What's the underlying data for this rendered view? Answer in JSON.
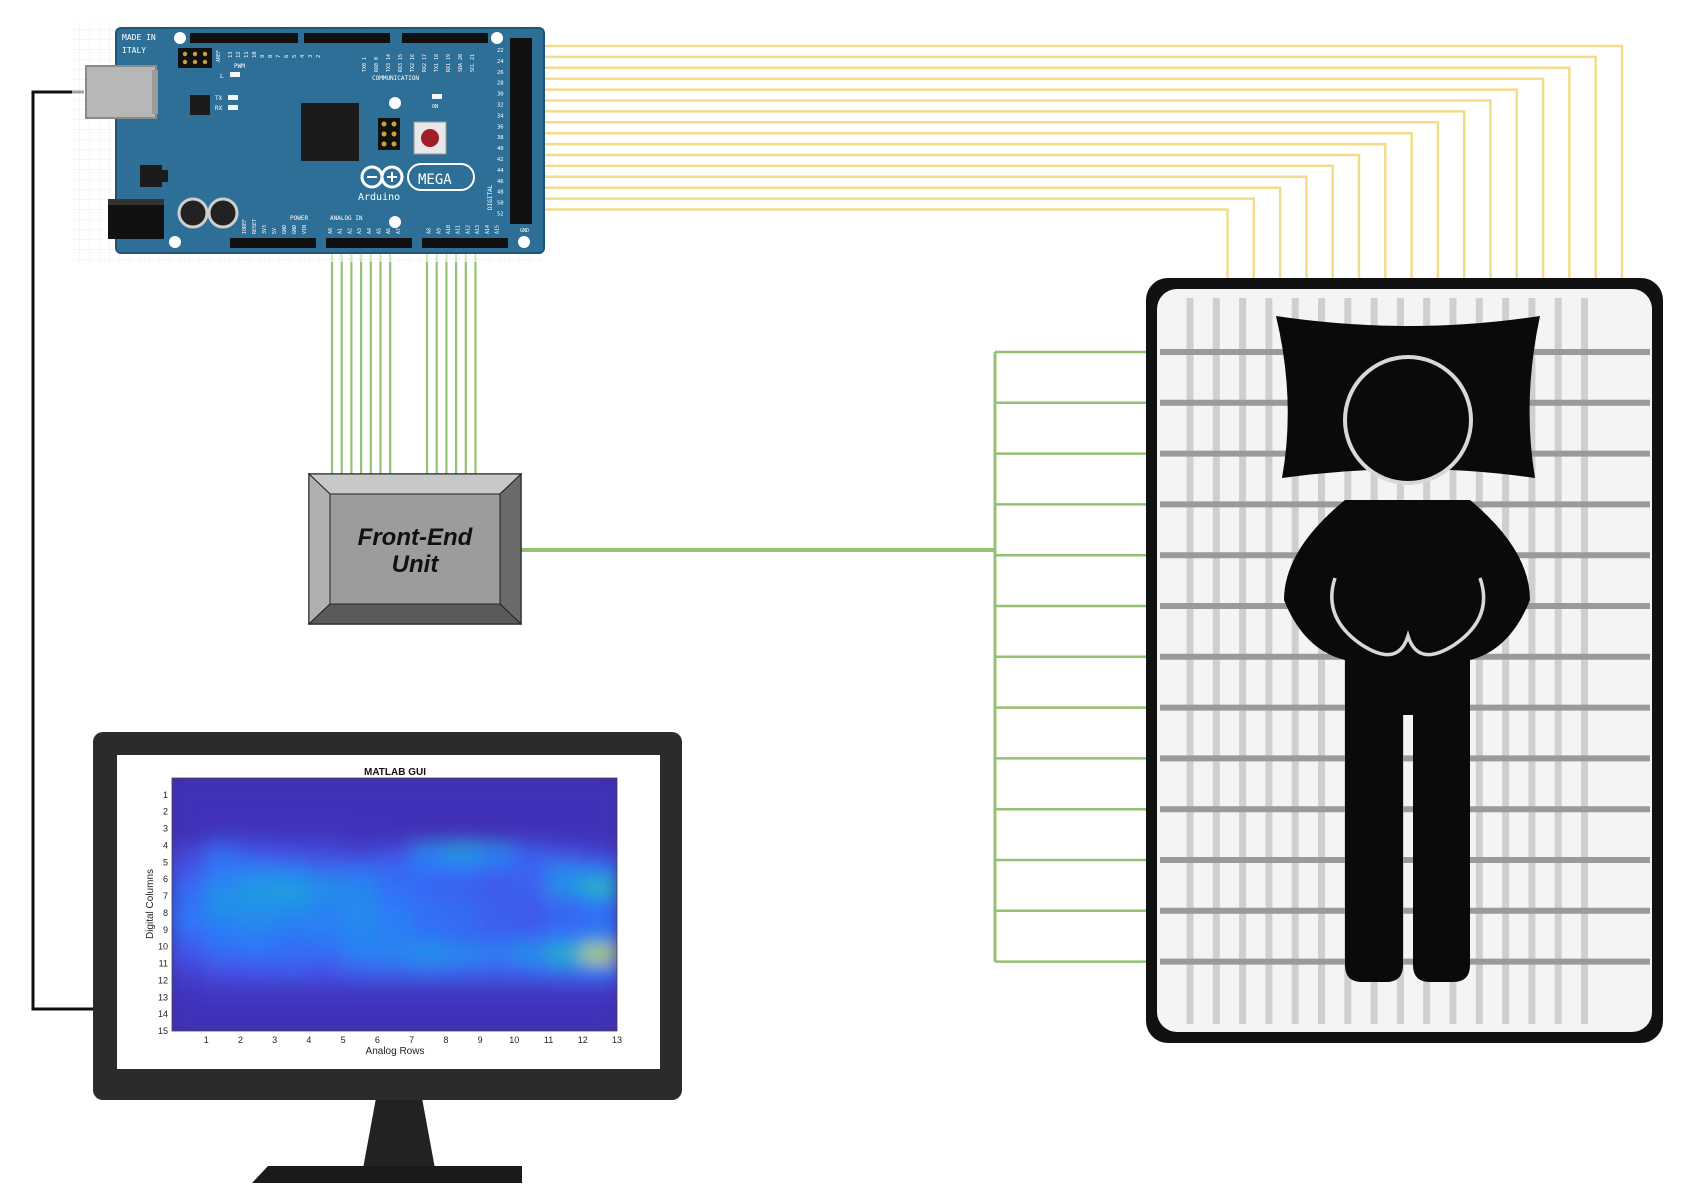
{
  "colors": {
    "board": "#2e6f98",
    "digital_wire": "#f2dc8a",
    "analog_wire": "#95c172",
    "usb_cable": "#111111",
    "sensor_grid": "#9a9a9a"
  },
  "board": {
    "made_in": "MADE IN",
    "italy": "ITALY",
    "brand": "Arduino",
    "model": "MEGA",
    "pwm": "PWM",
    "communication": "COMMUNICATION",
    "digital": "DIGITAL",
    "analog_in": "ANALOG IN",
    "power": "POWER",
    "tx": "TX",
    "rx": "RX",
    "l": "L",
    "on": "ON",
    "gnd": "GND",
    "aref": "AREF",
    "header_digital": [
      "22",
      "24",
      "26",
      "28",
      "30",
      "32",
      "34",
      "36",
      "38",
      "40",
      "42",
      "44",
      "46",
      "48",
      "50",
      "52"
    ],
    "header_pwm": [
      "13",
      "12",
      "11",
      "10",
      "9",
      "8",
      "7",
      "6",
      "5",
      "4",
      "3",
      "2"
    ],
    "header_comm": [
      "TX0 1",
      "RX0 0",
      "TX3 14",
      "RX3 15",
      "TX2 16",
      "RX2 17",
      "TX1 18",
      "RX1 19",
      "SDA 20",
      "SCL 21"
    ],
    "header_analog": [
      "A0",
      "A1",
      "A2",
      "A3",
      "A4",
      "A5",
      "A6",
      "A7",
      "A8",
      "A9",
      "A10",
      "A11",
      "A12",
      "A13",
      "A14",
      "A15"
    ],
    "header_power": [
      "IOREF",
      "RESET",
      "3V3",
      "5V",
      "GND",
      "GND",
      "VIN"
    ]
  },
  "front_end": {
    "line1": "Front-End",
    "line2": "Unit"
  },
  "gui": {
    "title": "MATLAB GUI",
    "xlabel": "Analog Rows",
    "ylabel": "Digital Columns"
  },
  "chart_data": {
    "type": "heatmap",
    "title": "MATLAB GUI",
    "xlabel": "Analog Rows",
    "ylabel": "Digital Columns",
    "x_ticks": [
      1,
      2,
      3,
      4,
      5,
      6,
      7,
      8,
      9,
      10,
      11,
      12,
      13
    ],
    "y_ticks": [
      1,
      2,
      3,
      4,
      5,
      6,
      7,
      8,
      9,
      10,
      11,
      12,
      13,
      14,
      15
    ],
    "xlim": [
      0,
      13
    ],
    "ylim": [
      15,
      0
    ],
    "colormap": "parula",
    "grid": false,
    "values": [
      [
        0.05,
        0.05,
        0.05,
        0.05,
        0.05,
        0.05,
        0.05,
        0.05,
        0.05,
        0.05,
        0.05,
        0.05,
        0.05
      ],
      [
        0.05,
        0.05,
        0.05,
        0.05,
        0.05,
        0.05,
        0.05,
        0.05,
        0.05,
        0.05,
        0.05,
        0.05,
        0.05
      ],
      [
        0.05,
        0.05,
        0.05,
        0.05,
        0.05,
        0.05,
        0.05,
        0.05,
        0.05,
        0.05,
        0.05,
        0.05,
        0.05
      ],
      [
        0.05,
        0.08,
        0.08,
        0.08,
        0.08,
        0.06,
        0.05,
        0.05,
        0.05,
        0.05,
        0.05,
        0.05,
        0.05
      ],
      [
        0.15,
        0.3,
        0.22,
        0.18,
        0.16,
        0.14,
        0.18,
        0.4,
        0.48,
        0.4,
        0.25,
        0.18,
        0.12
      ],
      [
        0.22,
        0.35,
        0.38,
        0.36,
        0.3,
        0.32,
        0.3,
        0.32,
        0.34,
        0.3,
        0.28,
        0.4,
        0.35
      ],
      [
        0.3,
        0.42,
        0.48,
        0.5,
        0.44,
        0.4,
        0.32,
        0.28,
        0.25,
        0.22,
        0.26,
        0.45,
        0.62
      ],
      [
        0.32,
        0.45,
        0.45,
        0.45,
        0.4,
        0.42,
        0.35,
        0.32,
        0.3,
        0.26,
        0.25,
        0.3,
        0.35
      ],
      [
        0.35,
        0.4,
        0.42,
        0.4,
        0.38,
        0.42,
        0.38,
        0.32,
        0.3,
        0.25,
        0.22,
        0.28,
        0.3
      ],
      [
        0.28,
        0.35,
        0.38,
        0.34,
        0.36,
        0.4,
        0.38,
        0.34,
        0.3,
        0.28,
        0.3,
        0.35,
        0.4
      ],
      [
        0.22,
        0.3,
        0.32,
        0.3,
        0.3,
        0.38,
        0.4,
        0.46,
        0.42,
        0.38,
        0.45,
        0.6,
        0.85
      ],
      [
        0.14,
        0.2,
        0.22,
        0.24,
        0.22,
        0.26,
        0.28,
        0.3,
        0.28,
        0.26,
        0.28,
        0.32,
        0.34
      ],
      [
        0.08,
        0.1,
        0.1,
        0.1,
        0.1,
        0.1,
        0.1,
        0.1,
        0.1,
        0.1,
        0.1,
        0.1,
        0.1
      ],
      [
        0.06,
        0.06,
        0.06,
        0.06,
        0.06,
        0.06,
        0.06,
        0.06,
        0.06,
        0.06,
        0.06,
        0.06,
        0.06
      ],
      [
        0.05,
        0.05,
        0.05,
        0.05,
        0.05,
        0.05,
        0.05,
        0.05,
        0.05,
        0.05,
        0.05,
        0.05,
        0.05
      ]
    ]
  }
}
